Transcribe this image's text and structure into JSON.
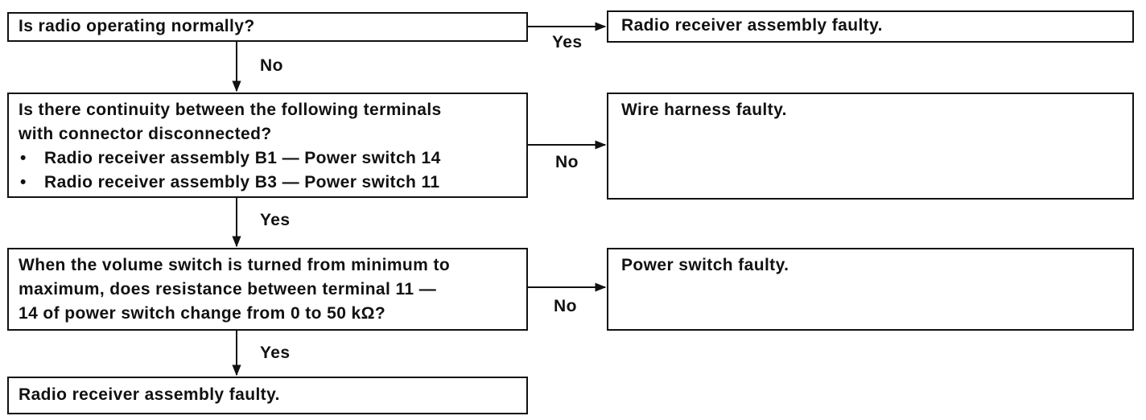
{
  "steps": [
    {
      "question": [
        "Is radio operating normally?"
      ]
    },
    {
      "question": [
        "Is there continuity between the following terminals",
        "with connector disconnected?"
      ],
      "bullets": [
        "Radio receiver assembly B1 — Power switch 14",
        "Radio receiver assembly B3 — Power switch 11"
      ]
    },
    {
      "question": [
        "When the volume switch is turned from minimum to",
        "maximum, does resistance between terminal 11 —",
        "14 of power switch change from 0 to 50 kΩ?"
      ]
    }
  ],
  "final_result": "Radio receiver assembly faulty.",
  "results": [
    "Radio receiver assembly faulty.",
    "Wire harness faulty.",
    "Power switch faulty."
  ],
  "branch_labels": {
    "step1_right": "Yes",
    "step1_down": "No",
    "step2_right": "No",
    "step2_down": "Yes",
    "step3_right": "No",
    "step3_down": "Yes"
  },
  "bullet_glyph": "•"
}
